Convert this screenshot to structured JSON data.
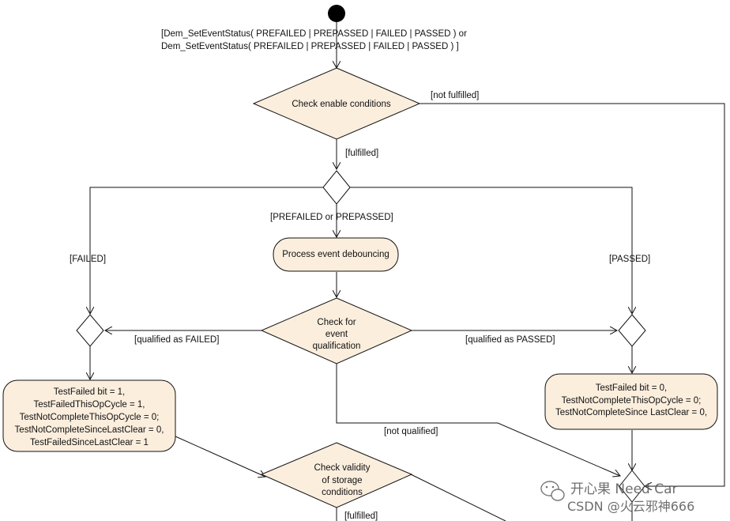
{
  "trigger": {
    "line1": "[Dem_SetEventStatus( PREFAILED  |  PREPASSED  |  FAILED  |  PASSED ) or",
    "line2": "Dem_SetEventStatus( PREFAILED  |  PREPASSED  |  FAILED  |  PASSED ) ]"
  },
  "nodes": {
    "check_enable": "Check enable conditions",
    "process_debouncing": "Process event debouncing",
    "check_qualification": [
      "Check for",
      "event",
      "qualification"
    ],
    "failed_action": [
      "TestFailed bit = 1,",
      "TestFailedThisOpCycle = 1,",
      "TestNotCompleteThisOpCycle = 0;",
      "TestNotCompleteSinceLastClear = 0,",
      "TestFailedSinceLastClear = 1"
    ],
    "passed_action": [
      "TestFailed bit = 0,",
      "TestNotCompleteThisOpCycle = 0;",
      "TestNotCompleteSince LastClear = 0,"
    ],
    "check_storage": [
      "Check validity",
      "of storage",
      "conditions"
    ]
  },
  "guards": {
    "not_fulfilled": "[not fulfilled]",
    "fulfilled": "[fulfilled]",
    "prefailed_prepassed": "[PREFAILED or PREPASSED]",
    "failed": "[FAILED]",
    "passed": "[PASSED]",
    "qualified_failed": "[qualified as FAILED]",
    "qualified_passed": "[qualified as PASSED]",
    "not_qualified": "[not qualified]",
    "fulfilled_storage": "[fulfilled]"
  },
  "watermark": {
    "line1": "开心果 Need Car",
    "line2": "CSDN @火云邪神666"
  }
}
